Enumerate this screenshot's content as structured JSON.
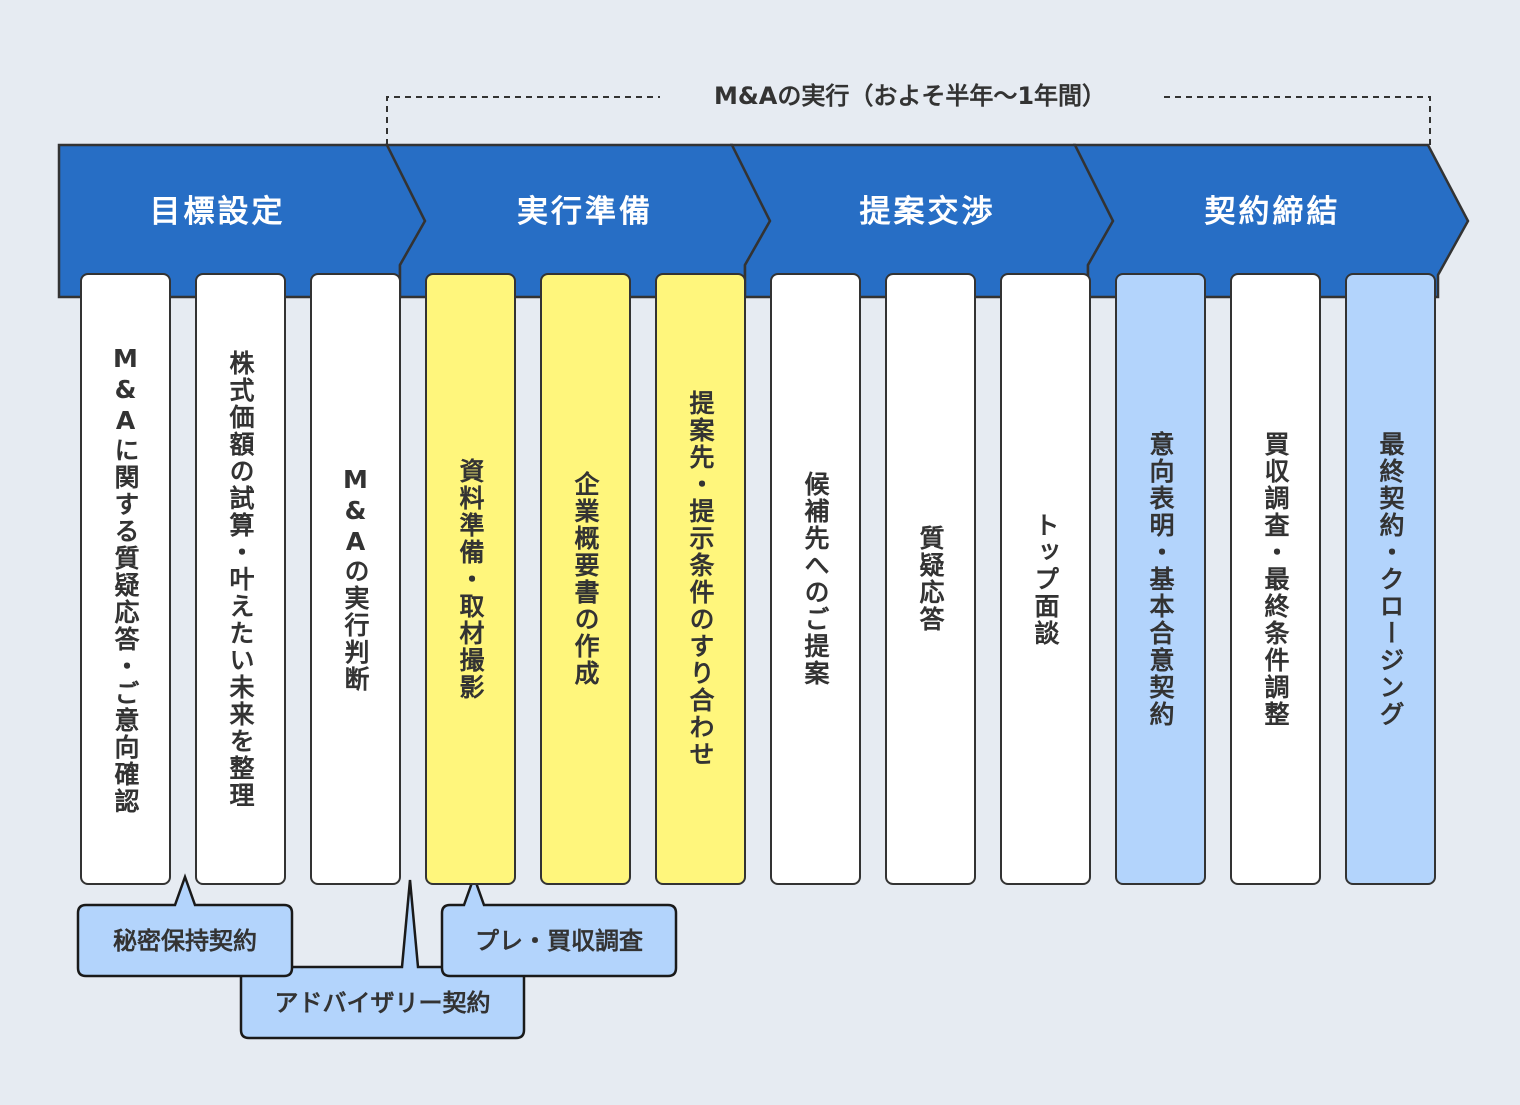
{
  "bracket": {
    "title": "M&Aの実行（およそ半年〜1年間）"
  },
  "phases": [
    {
      "label": "目標設定"
    },
    {
      "label": "実行準備"
    },
    {
      "label": "提案交渉"
    },
    {
      "label": "契約締結"
    }
  ],
  "cards": [
    {
      "text": "M&Aに関する質疑応答・ご意向確認",
      "color": "white"
    },
    {
      "text": "株式価額の試算・叶えたい未来を整理",
      "color": "white"
    },
    {
      "text": "M&Aの実行判断",
      "color": "white"
    },
    {
      "text": "資料準備・取材撮影",
      "color": "yellow"
    },
    {
      "text": "企業概要書の作成",
      "color": "yellow"
    },
    {
      "text": "提案先・提示条件のすり合わせ",
      "color": "yellow"
    },
    {
      "text": "候補先へのご提案",
      "color": "white"
    },
    {
      "text": "質疑応答",
      "color": "white"
    },
    {
      "text": "トップ面談",
      "color": "white"
    },
    {
      "text": "意向表明・基本合意契約",
      "color": "blue"
    },
    {
      "text": "買収調査・最終条件調整",
      "color": "white"
    },
    {
      "text": "最終契約・クロージング",
      "color": "blue"
    }
  ],
  "callouts": [
    {
      "label": "秘密保持契約"
    },
    {
      "label": "アドバイザリー契約"
    },
    {
      "label": "プレ・買収調査"
    }
  ],
  "colors": {
    "phase_bar": "#276ec5",
    "card_white": "#ffffff",
    "card_yellow": "#fff67c",
    "card_blue": "#b3d4fc",
    "callout_fill": "#b3d4fc",
    "border": "#333333",
    "background": "#e6ebf2"
  }
}
